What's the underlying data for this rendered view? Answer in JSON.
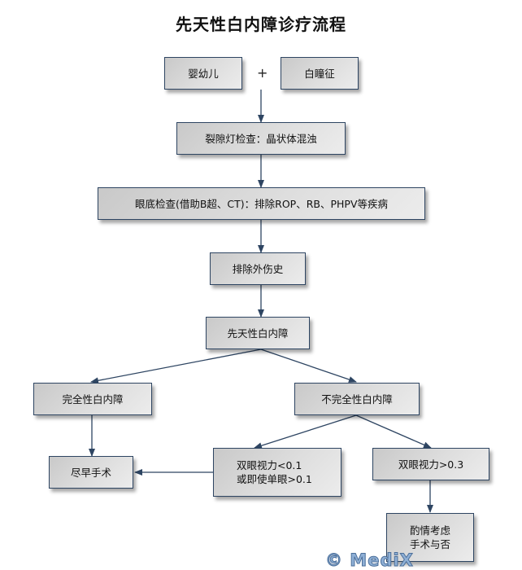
{
  "title": "先天性白内障诊疗流程",
  "nodes": {
    "infant": "婴幼儿",
    "leukocoria": "白瞳征",
    "plus": "+",
    "slit_lamp": "裂隙灯检查：晶状体混浊",
    "fundus": "眼底检查(借助B超、CT)：排除ROP、RB、PHPV等疾病",
    "trauma": "排除外伤史",
    "congenital": "先天性白内障",
    "complete": "完全性白内障",
    "incomplete": "不完全性白内障",
    "early_surgery": "尽早手术",
    "low_vision": "双眼视力<0.1\n或即使单眼>0.1",
    "good_vision": "双眼视力>0.3",
    "consider": "酌情考虑\n手术与否"
  },
  "colors": {
    "border": "#2e4562",
    "arrow": "#2e4562",
    "box_fill_start": "#c9c9c9",
    "box_fill_end": "#ececec"
  },
  "watermark": "© MediX"
}
